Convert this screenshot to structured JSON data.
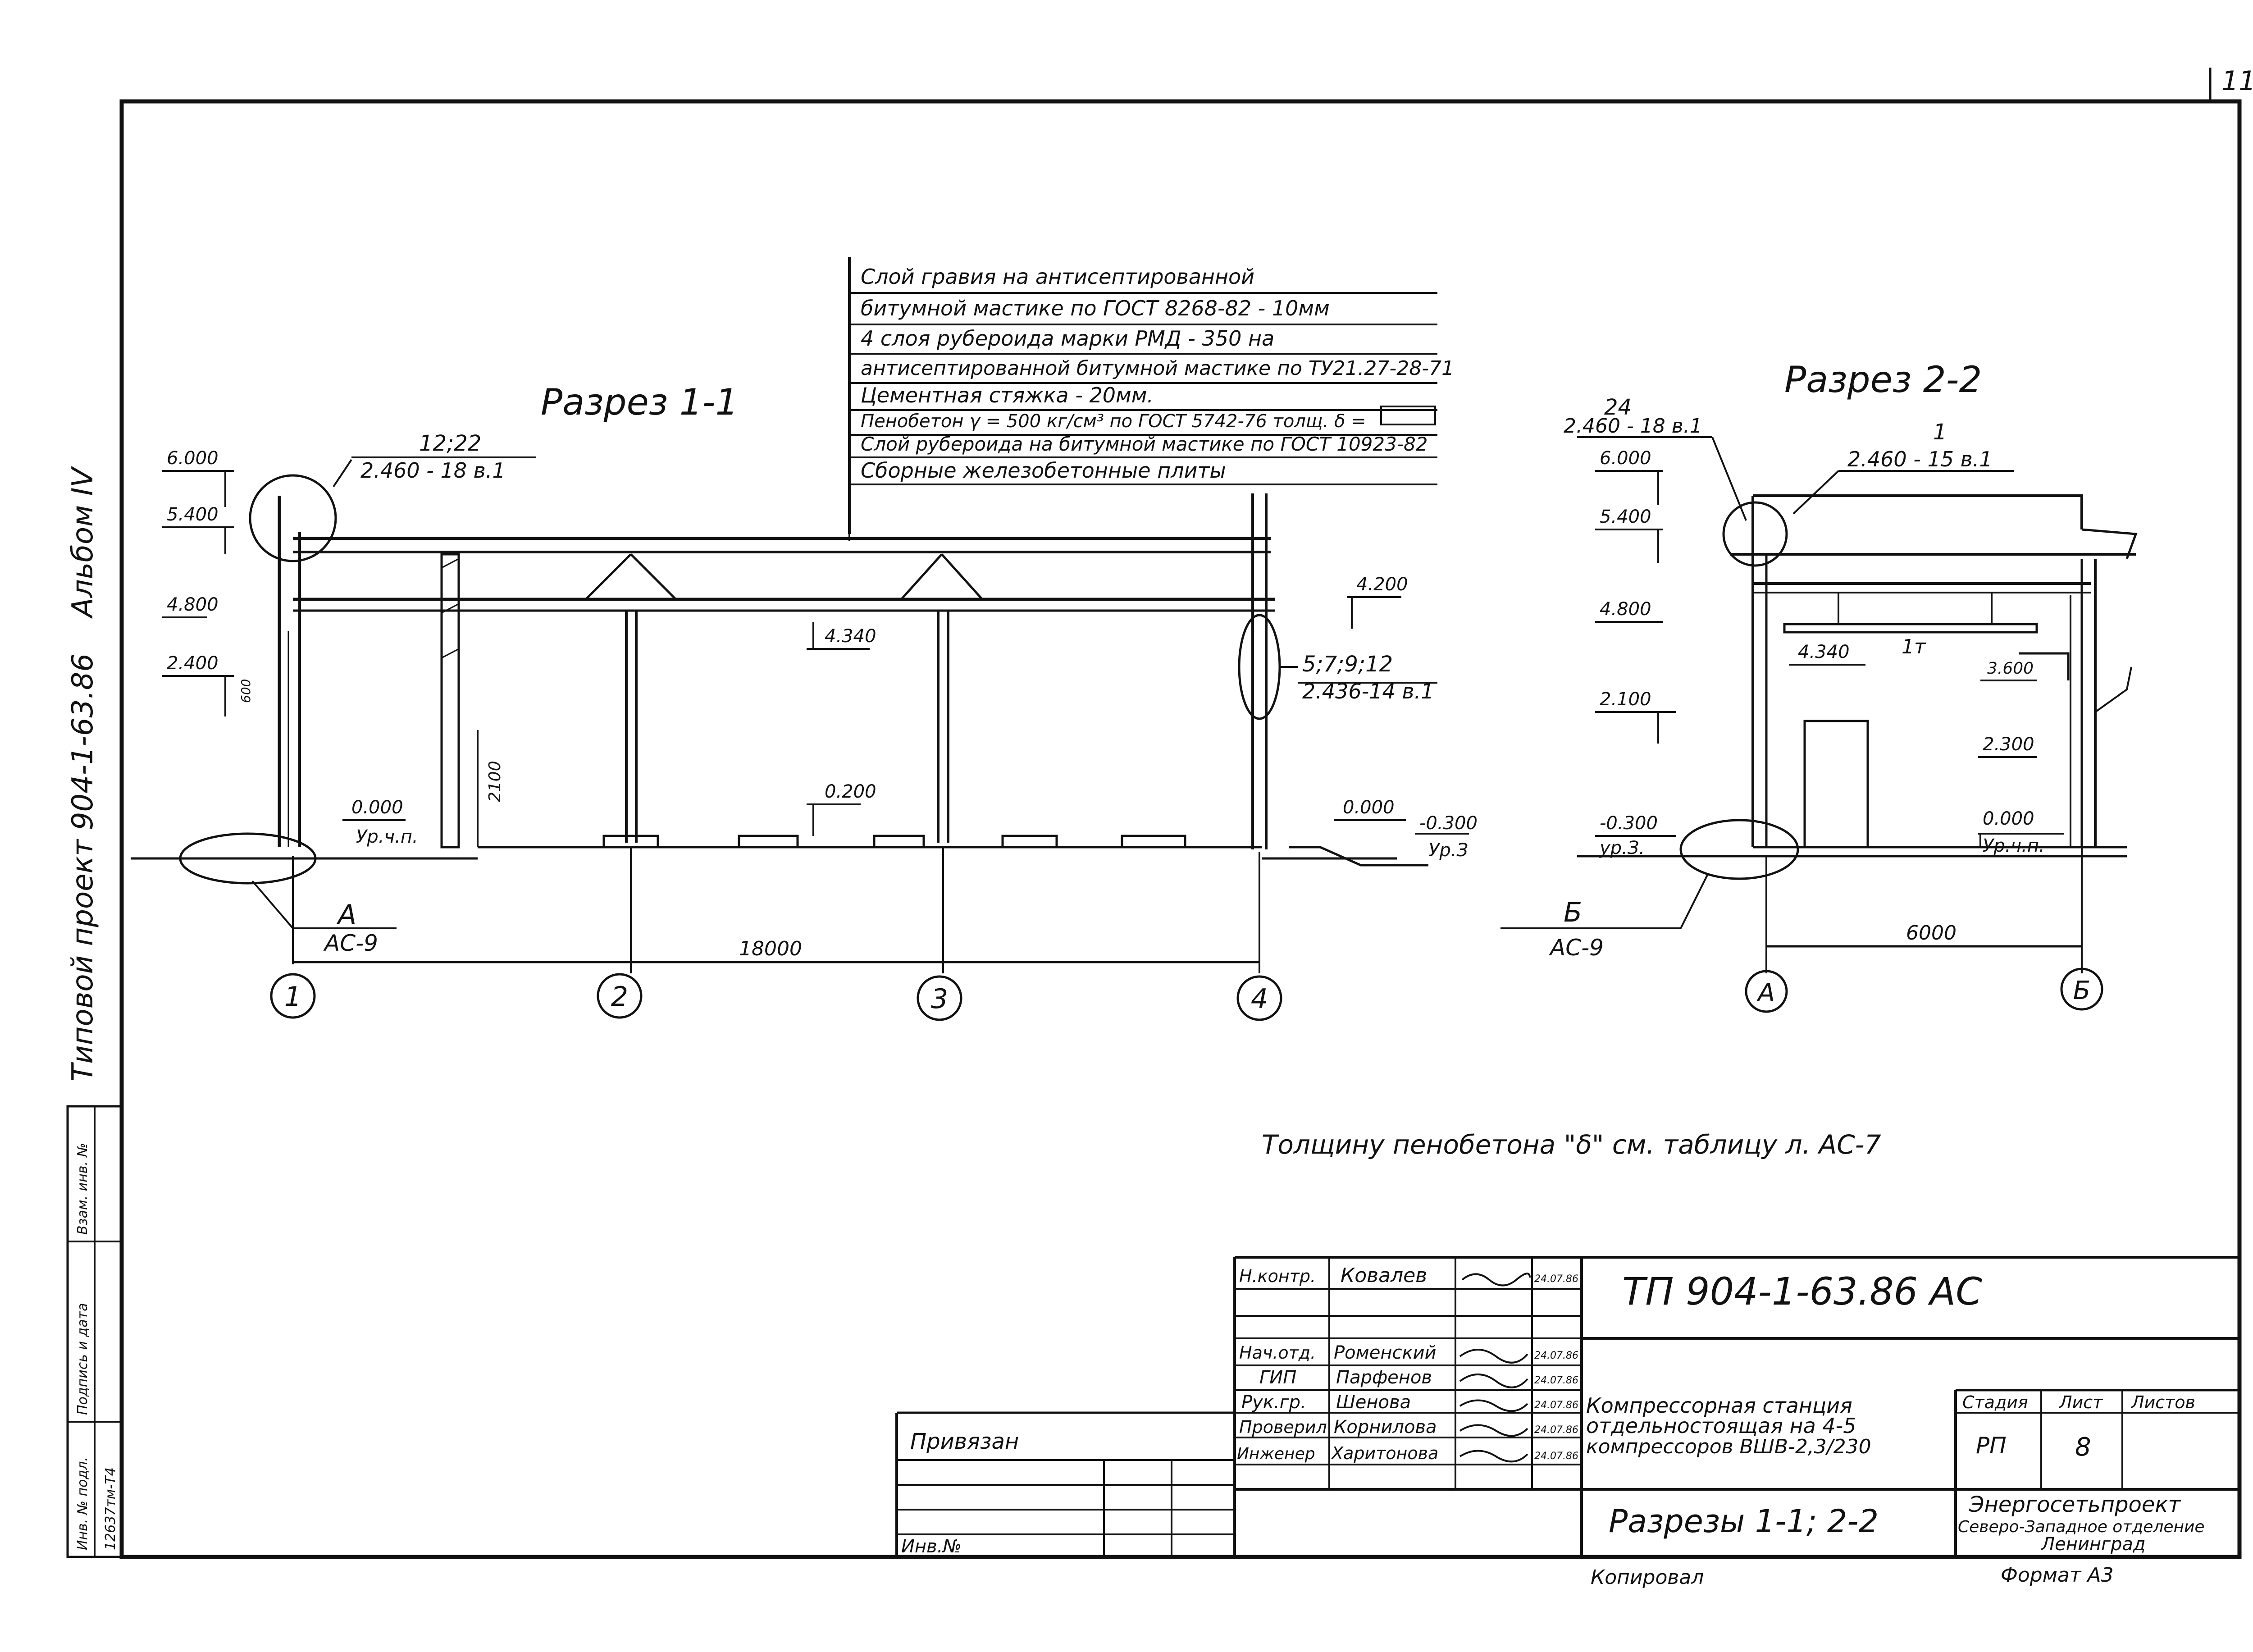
{
  "sheet": {
    "number": "11",
    "format_label": "Формат А3",
    "copied_by": "Копировал"
  },
  "side_stamp": {
    "project_text": "Типовой проект  904-1-63.86",
    "album": "Альбом IV",
    "cols": [
      "Взам. инв. №",
      "Подпись и дата",
      "Инв. № подл."
    ],
    "inv_no": "12637тм-Т4"
  },
  "section_1": {
    "title": "Разрез 1-1",
    "callout_top": {
      "num": "12;22",
      "ref": "2.460 - 18 в.1"
    },
    "callout_right": {
      "num": "5;7;9;12",
      "ref": "2.436-14 в.1"
    },
    "levels": [
      "6.000",
      "5.400",
      "4.800",
      "2.400",
      "4.340",
      "4.200",
      "0.000",
      "0.200",
      "0.000",
      "-0.300"
    ],
    "level_notes": [
      "Ур.ч.п.",
      "Ур.З"
    ],
    "dims": [
      "18000",
      "2100",
      "600"
    ],
    "axes": [
      "1",
      "2",
      "3",
      "4"
    ],
    "node": {
      "letter": "А",
      "sheet": "АС-9"
    }
  },
  "section_2": {
    "title": "Разрез 2-2",
    "callout_top_left": {
      "num": "24",
      "ref": "2.460 - 18 в.1"
    },
    "callout_top_right": {
      "num": "1",
      "ref": "2.460 - 15 в.1"
    },
    "levels": [
      "6.000",
      "5.400",
      "4.800",
      "2.100",
      "4.340",
      "3.600",
      "2.300",
      "-0.300",
      "0.000"
    ],
    "level_notes": [
      "ур.З.",
      "Ур.ч.п."
    ],
    "beam_mark": "1т",
    "dims": [
      "6000"
    ],
    "axes": [
      "А",
      "Б"
    ],
    "node": {
      "letter": "Б",
      "sheet": "АС-9"
    }
  },
  "roof_layers": [
    "Слой гравия на антисептированной",
    "битумной мастике по ГОСТ 8268-82 - 10мм",
    "4 слоя рубероида марки РМД - 350 на",
    "антисептированной битумной мастике по ТУ21.27-28-71",
    "Цементная стяжка - 20мм.",
    "Пенобетон  γ = 500 кг/см³ по ГОСТ 5742-76 толщ. δ =",
    "Слой рубероида на битумной мастике по ГОСТ 10923-82",
    "Сборные железобетонные плиты"
  ],
  "note": "Толщину пенобетона \"δ\" см. таблицу  л. АС-7",
  "title_block": {
    "code": "ТП  904-1-63.86   АС",
    "rows": [
      {
        "role": "Н.контр.",
        "name": "Ковалев",
        "date": "24.07.86"
      },
      {
        "role": "Нач.отд.",
        "name": "Роменский",
        "date": "24.07.86"
      },
      {
        "role": "ГИП",
        "name": "Парфенов",
        "date": "24.07.86"
      },
      {
        "role": "Рук.гр.",
        "name": "Шенова",
        "date": "24.07.86"
      },
      {
        "role": "Проверил",
        "name": "Корнилова",
        "date": "24.07.86"
      },
      {
        "role": "Инженер",
        "name": "Харитонова",
        "date": "24.07.86"
      }
    ],
    "object_name": [
      "Компрессорная станция",
      "отдельностоящая на 4-5",
      "компрессоров ВШВ-2,3/230"
    ],
    "stage_head": "Стадия",
    "sheet_head": "Лист",
    "sheets_head": "Листов",
    "stage": "РП",
    "sheet_no": "8",
    "drawing_name": "Разрезы 1-1;  2-2",
    "org": [
      "Энергосетьпроект",
      "Северо-Западное отделение",
      "Ленинград"
    ],
    "attached": "Привязан",
    "inv_label": "Инв.№"
  }
}
